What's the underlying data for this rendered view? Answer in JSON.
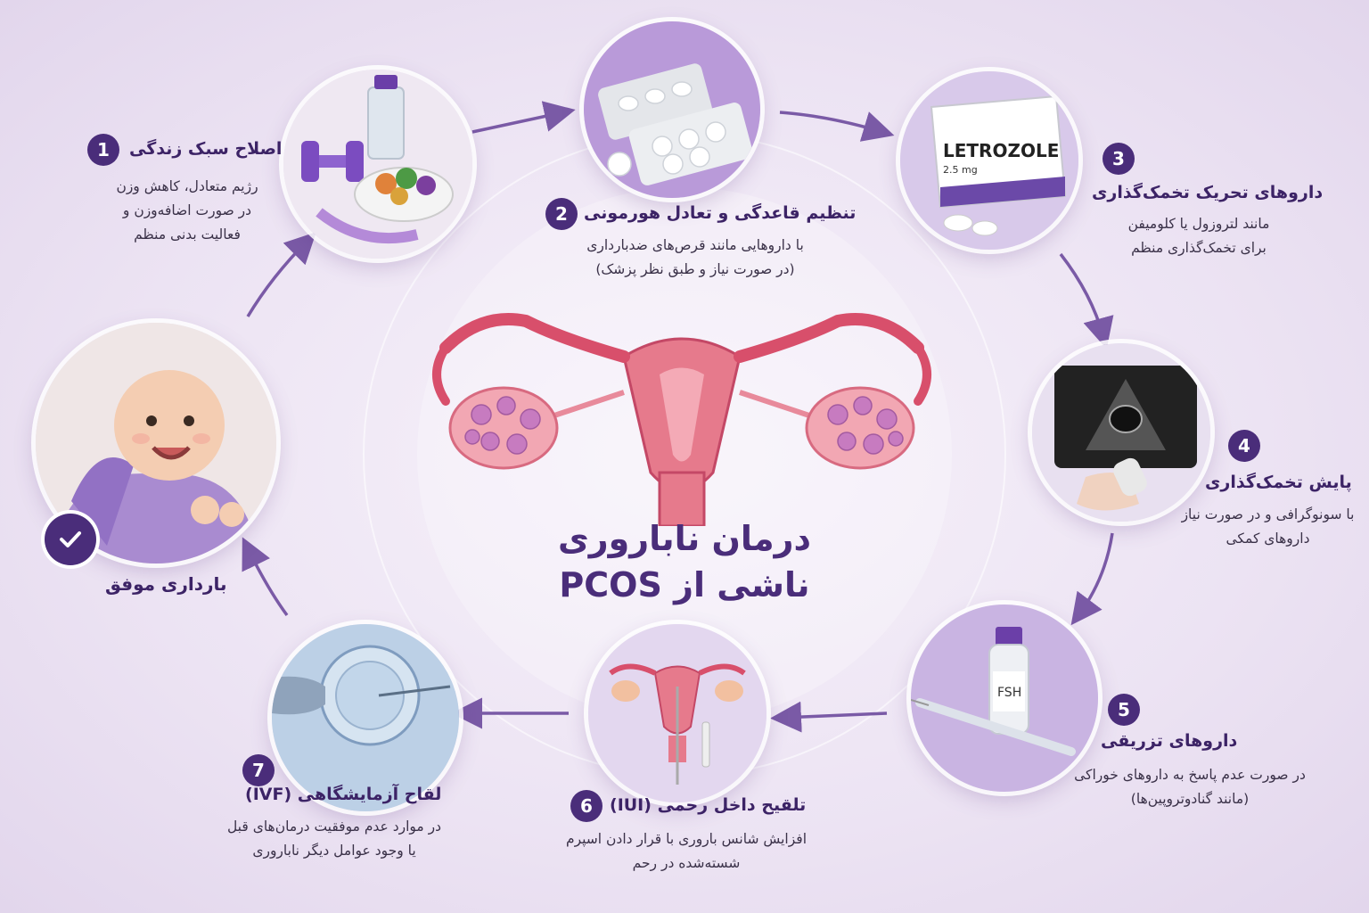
{
  "center": {
    "line1": "درمان ناباروری",
    "line2": "ناشی از PCOS"
  },
  "steps": [
    {
      "num": "1",
      "title": "اصلاح سبک زندگی",
      "desc": [
        "رژیم متعادل، کاهش وزن",
        "در صورت اضافه‌وزن و",
        "فعالیت بدنی منظم"
      ],
      "icon": "dumbbell-food-icon"
    },
    {
      "num": "2",
      "title": "تنظیم قاعدگی و تعادل هورمونی",
      "desc": [
        "با داروهایی مانند قرص‌های ضدبارداری",
        "(در صورت نیاز و طبق نظر پزشک)"
      ],
      "icon": "pill-blister-icon"
    },
    {
      "num": "3",
      "title": "داروهای تحریک تخمک‌گذاری",
      "desc": [
        "مانند لتروزول یا کلومیفن",
        "برای تخمک‌گذاری منظم"
      ],
      "icon": "letrozole-box-icon"
    },
    {
      "num": "4",
      "title": "پایش تخمک‌گذاری",
      "desc": [
        "با سونوگرافی و در صورت نیاز",
        "داروهای کمکی"
      ],
      "icon": "ultrasound-icon"
    },
    {
      "num": "5",
      "title": "داروهای تزریقی",
      "desc": [
        "در صورت عدم پاسخ به داروهای خوراکی",
        "(مانند گنادوتروپین‌ها)"
      ],
      "icon": "syringe-vial-icon"
    },
    {
      "num": "6",
      "title": "تلقیح داخل رحمی (IUI)",
      "desc": [
        "افزایش شانس باروری با قرار دادن اسپرم",
        "شسته‌شده در رحم"
      ],
      "icon": "uterus-catheter-icon"
    },
    {
      "num": "7",
      "title": "لقاح آزمایشگاهی (IVF)",
      "desc": [
        "در موارد عدم موفقیت درمان‌های قبل",
        "یا وجود عوامل دیگر ناباروری"
      ],
      "icon": "egg-needle-icon"
    }
  ],
  "success": {
    "title": "بارداری موفق",
    "icon": "baby-icon"
  },
  "labels": {
    "drug_box_name": "LETROZOLE",
    "drug_box_dose": "2.5 mg",
    "vial_label": "FSH"
  },
  "colors": {
    "accent": "#4a2d7a",
    "arrow": "#7a5aa6",
    "uterus": "#e0607a"
  }
}
